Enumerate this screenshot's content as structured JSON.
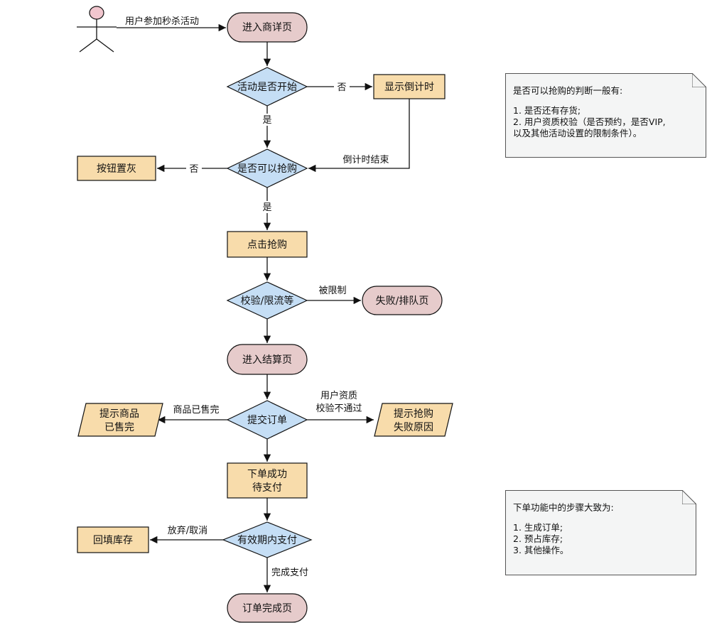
{
  "actor": {
    "label": "用户参加秒杀活动"
  },
  "nodes": {
    "enter_detail": "进入商详页",
    "activity_started": "活动是否开始",
    "show_countdown": "显示倒计时",
    "can_buy": "是否可以抢购",
    "button_gray": "按钮置灰",
    "click_buy": "点击抢购",
    "verify_limit": "校验/限流等",
    "fail_queue": "失败/排队页",
    "enter_checkout": "进入结算页",
    "submit_order": "提交订单",
    "prompt_soldout_1": "提示商品",
    "prompt_soldout_2": "已售完",
    "prompt_fail_1": "提示抢购",
    "prompt_fail_2": "失败原因",
    "order_success_1": "下单成功",
    "order_success_2": "待支付",
    "pay_in_time": "有效期内支付",
    "refill_stock": "回填库存",
    "order_done": "订单完成页"
  },
  "edges": {
    "no_1": "否",
    "yes_1": "是",
    "countdown_end": "倒计时结束",
    "no_2": "否",
    "yes_2": "是",
    "limited": "被限制",
    "sold_out": "商品已售完",
    "user_check_1": "用户资质",
    "user_check_2": "校验不通过",
    "give_up": "放弃/取消",
    "pay_done": "完成支付"
  },
  "notes": {
    "purchase_judgement": {
      "title": "是否可以抢购的判断一般有:",
      "lines": [
        "1. 是否还有存货;",
        "2. 用户资质校验（是否预约，是否VIP,",
        "以及其他活动设置的限制条件）。"
      ]
    },
    "order_steps": {
      "title": "下单功能中的步骤大致为:",
      "lines": [
        "1. 生成订单;",
        "2. 预占库存;",
        "3. 其他操作。"
      ]
    }
  },
  "colors": {
    "terminal_fill": "#e6cbcb",
    "decision_fill": "#c5def5",
    "process_fill": "#f8dcab",
    "actor_head": "#f1c6ce",
    "note_fill": "#f4f5f5",
    "stroke": "#111111"
  }
}
